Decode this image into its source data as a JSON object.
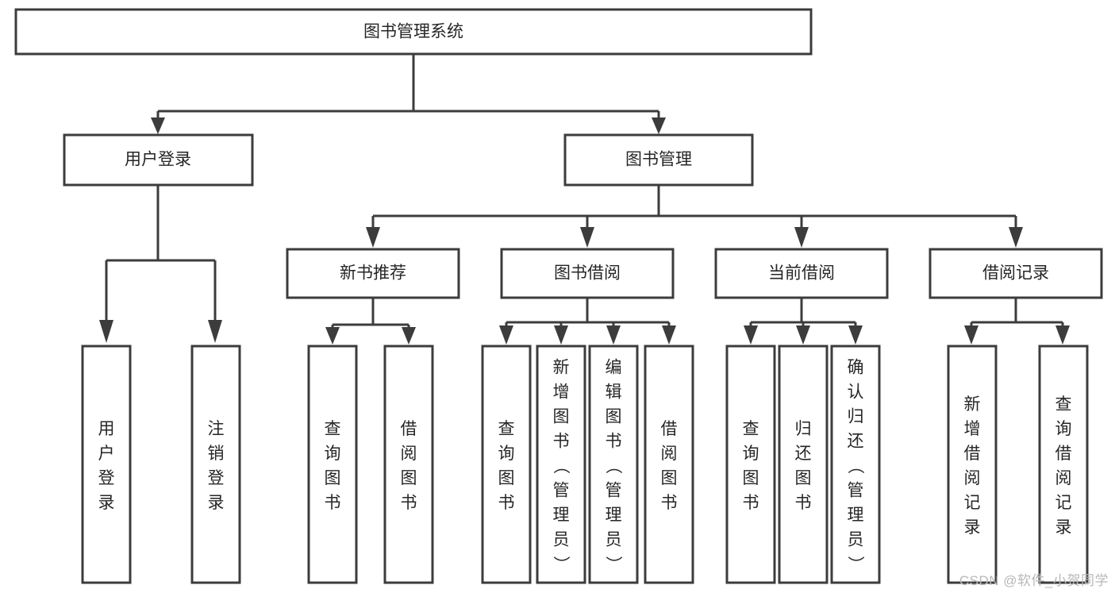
{
  "diagram": {
    "type": "tree-hierarchy-chart",
    "orientation": "top-down",
    "title_node": "图书管理系统",
    "watermark": "CSDN @软件_小贺同学",
    "style": {
      "box_fill": "#ffffff",
      "box_stroke": "#3c3c3c",
      "edge_color": "#3c3c3c",
      "text_color": "#262626",
      "background": "#ffffff",
      "watermark_color": "#b8b8b8"
    },
    "nodes": {
      "root": {
        "label": "图书管理系统",
        "text_orientation": "horizontal"
      },
      "level1": [
        {
          "id": "user-login",
          "label": "用户登录",
          "text_orientation": "horizontal"
        },
        {
          "id": "book-manage",
          "label": "图书管理",
          "text_orientation": "horizontal"
        }
      ],
      "level2": [
        {
          "id": "new-book-recommend",
          "label": "新书推荐",
          "text_orientation": "horizontal"
        },
        {
          "id": "book-borrow",
          "label": "图书借阅",
          "text_orientation": "horizontal"
        },
        {
          "id": "current-borrow",
          "label": "当前借阅",
          "text_orientation": "horizontal"
        },
        {
          "id": "borrow-record",
          "label": "借阅记录",
          "text_orientation": "horizontal"
        }
      ],
      "leaves": {
        "user-login": [
          {
            "id": "leaf-user-login",
            "label": "用户登录",
            "text_orientation": "vertical"
          },
          {
            "id": "leaf-logout-login",
            "label": "注销登录",
            "text_orientation": "vertical"
          }
        ],
        "new-book-recommend": [
          {
            "id": "leaf-query-book-1",
            "label": "查询图书",
            "text_orientation": "vertical"
          },
          {
            "id": "leaf-borrow-book-1",
            "label": "借阅图书",
            "text_orientation": "vertical"
          }
        ],
        "book-borrow": [
          {
            "id": "leaf-query-book-2",
            "label": "查询图书",
            "text_orientation": "vertical"
          },
          {
            "id": "leaf-add-book",
            "label": "新增图书（管理员）",
            "text_orientation": "vertical"
          },
          {
            "id": "leaf-edit-book",
            "label": "编辑图书（管理员）",
            "text_orientation": "vertical"
          },
          {
            "id": "leaf-borrow-book-2",
            "label": "借阅图书",
            "text_orientation": "vertical"
          }
        ],
        "current-borrow": [
          {
            "id": "leaf-query-book-3",
            "label": "查询图书",
            "text_orientation": "vertical"
          },
          {
            "id": "leaf-return-book",
            "label": "归还图书",
            "text_orientation": "vertical"
          },
          {
            "id": "leaf-confirm-return",
            "label": "确认归还（管理员）",
            "text_orientation": "vertical"
          }
        ],
        "borrow-record": [
          {
            "id": "leaf-add-record",
            "label": "新增借阅记录",
            "text_orientation": "vertical"
          },
          {
            "id": "leaf-query-record",
            "label": "查询借阅记录",
            "text_orientation": "vertical"
          }
        ]
      }
    }
  }
}
